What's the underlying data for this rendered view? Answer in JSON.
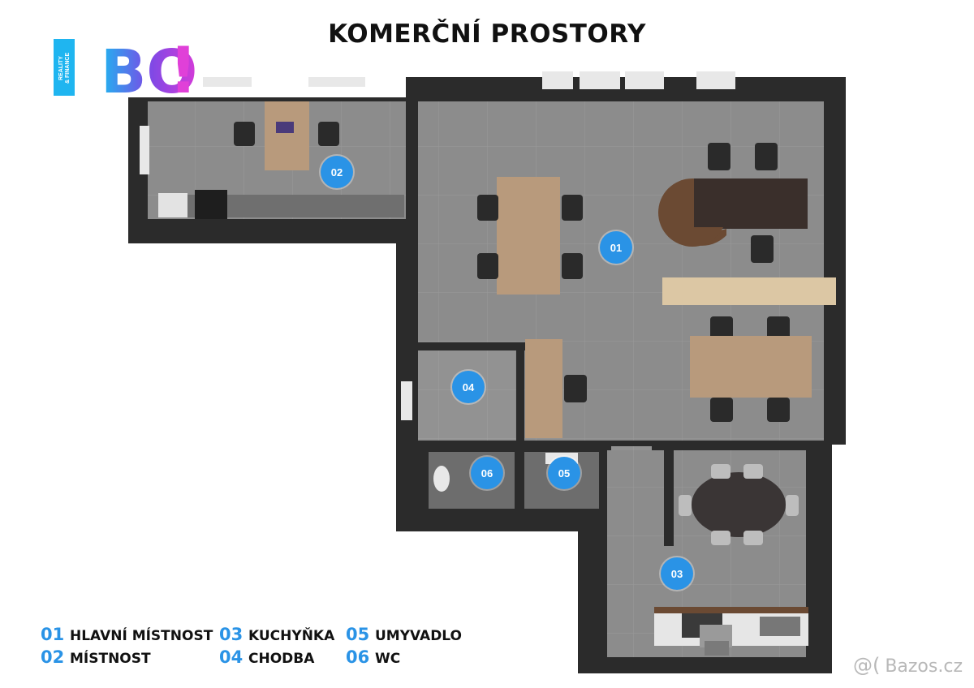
{
  "title": "KOMERČNÍ PROSTORY",
  "logo": {
    "text": "BO!",
    "tagline_1": "REALITY",
    "tagline_2": "& FINANCE"
  },
  "rooms": [
    {
      "id": "01"
    },
    {
      "id": "02"
    },
    {
      "id": "03"
    },
    {
      "id": "04"
    },
    {
      "id": "05"
    },
    {
      "id": "06"
    }
  ],
  "legend": [
    {
      "num": "01",
      "label": "HLAVNÍ MÍSTNOST"
    },
    {
      "num": "02",
      "label": "MÍSTNOST"
    },
    {
      "num": "03",
      "label": "KUCHYŇKA"
    },
    {
      "num": "04",
      "label": "CHODBA"
    },
    {
      "num": "05",
      "label": "UMYVADLO"
    },
    {
      "num": "06",
      "label": "WC"
    }
  ],
  "watermark": {
    "symbol": "@(",
    "text": "Bazos.cz"
  },
  "colors": {
    "marker": "#2a93e6",
    "wall": "#2b2b2b",
    "floor": "#8a8a8a",
    "wood": "#b89a7c"
  }
}
